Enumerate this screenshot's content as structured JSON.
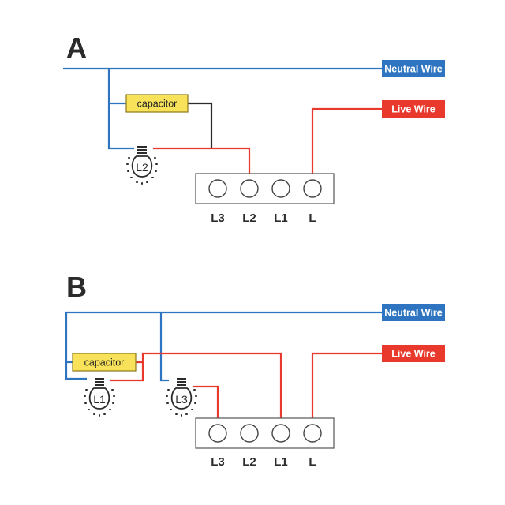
{
  "colors": {
    "neutral": "#2e74c0",
    "live": "#e8392c",
    "capacitor_wire": "#2b2b2b",
    "capacitor_fill": "#f7e25a",
    "capacitor_stroke": "#8a7a1a",
    "ink": "#2b2b2b"
  },
  "diagram_a": {
    "letter": "A",
    "neutral_label": "Neutral Wire",
    "live_label": "Live Wire",
    "capacitor_label": "capacitor",
    "bulb_label": "L2",
    "terminals": [
      "L3",
      "L2",
      "L1",
      "L"
    ]
  },
  "diagram_b": {
    "letter": "B",
    "neutral_label": "Neutral Wire",
    "live_label": "Live Wire",
    "capacitor_label": "capacitor",
    "bulb1_label": "L1",
    "bulb2_label": "L3",
    "terminals": [
      "L3",
      "L2",
      "L1",
      "L"
    ]
  }
}
